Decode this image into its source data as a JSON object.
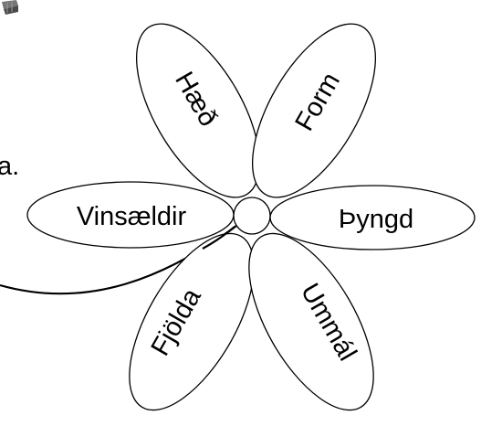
{
  "diagram": {
    "petals": [
      {
        "id": "haed",
        "label": "Hæð"
      },
      {
        "id": "form",
        "label": "Form"
      },
      {
        "id": "vinsaeldir",
        "label": "Vinsældir"
      },
      {
        "id": "thyngd",
        "label": "Þyngd"
      },
      {
        "id": "fjolda",
        "label": "Fjölda"
      },
      {
        "id": "ummal",
        "label": "Ummál"
      }
    ],
    "fragment_text": "a.",
    "corner_icon": "book-icon"
  },
  "colors": {
    "stroke": "#000000",
    "fill": "#ffffff",
    "icon": "#555555"
  }
}
